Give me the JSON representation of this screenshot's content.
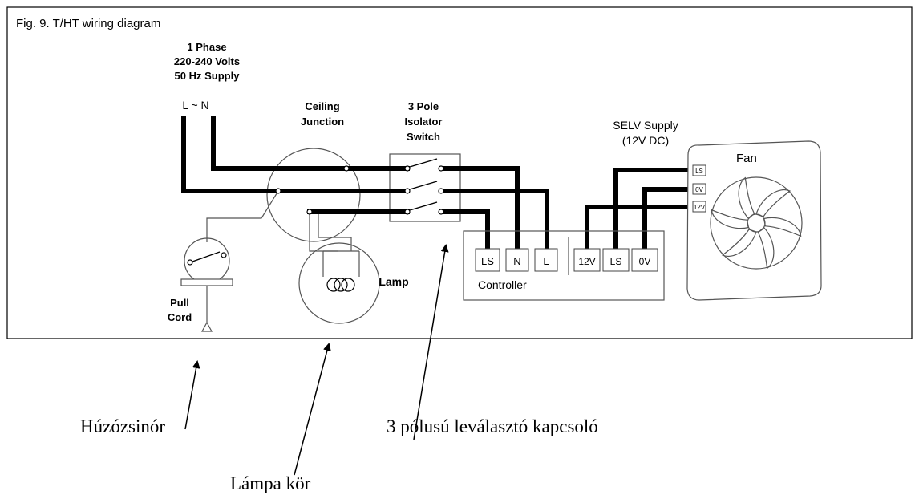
{
  "figure": {
    "title": "Fig. 9. T/HT wiring diagram",
    "supply": {
      "line1": "1 Phase",
      "line2": "220-240 Volts",
      "line3": "50 Hz Supply",
      "terminals": "L ~ N"
    },
    "ceiling_junction": {
      "line1": "Ceiling",
      "line2": "Junction"
    },
    "isolator": {
      "line1": "3 Pole",
      "line2": "Isolator",
      "line3": "Switch"
    },
    "selv": {
      "line1": "SELV Supply",
      "line2": "(12V DC)"
    },
    "fan": {
      "label": "Fan",
      "terminals": [
        "LS",
        "0V",
        "12V"
      ]
    },
    "lamp": {
      "label": "Lamp"
    },
    "pull_cord": {
      "line1": "Pull",
      "line2": "Cord"
    },
    "controller": {
      "label": "Controller",
      "terminals": [
        "LS",
        "N",
        "L",
        "12V",
        "LS",
        "0V"
      ]
    }
  },
  "annotations": {
    "pull_cord": "Húzózsinór",
    "lamp_circuit": "Lámpa kör",
    "isolator_switch": "3 pólusú leválasztó kapcsoló"
  }
}
